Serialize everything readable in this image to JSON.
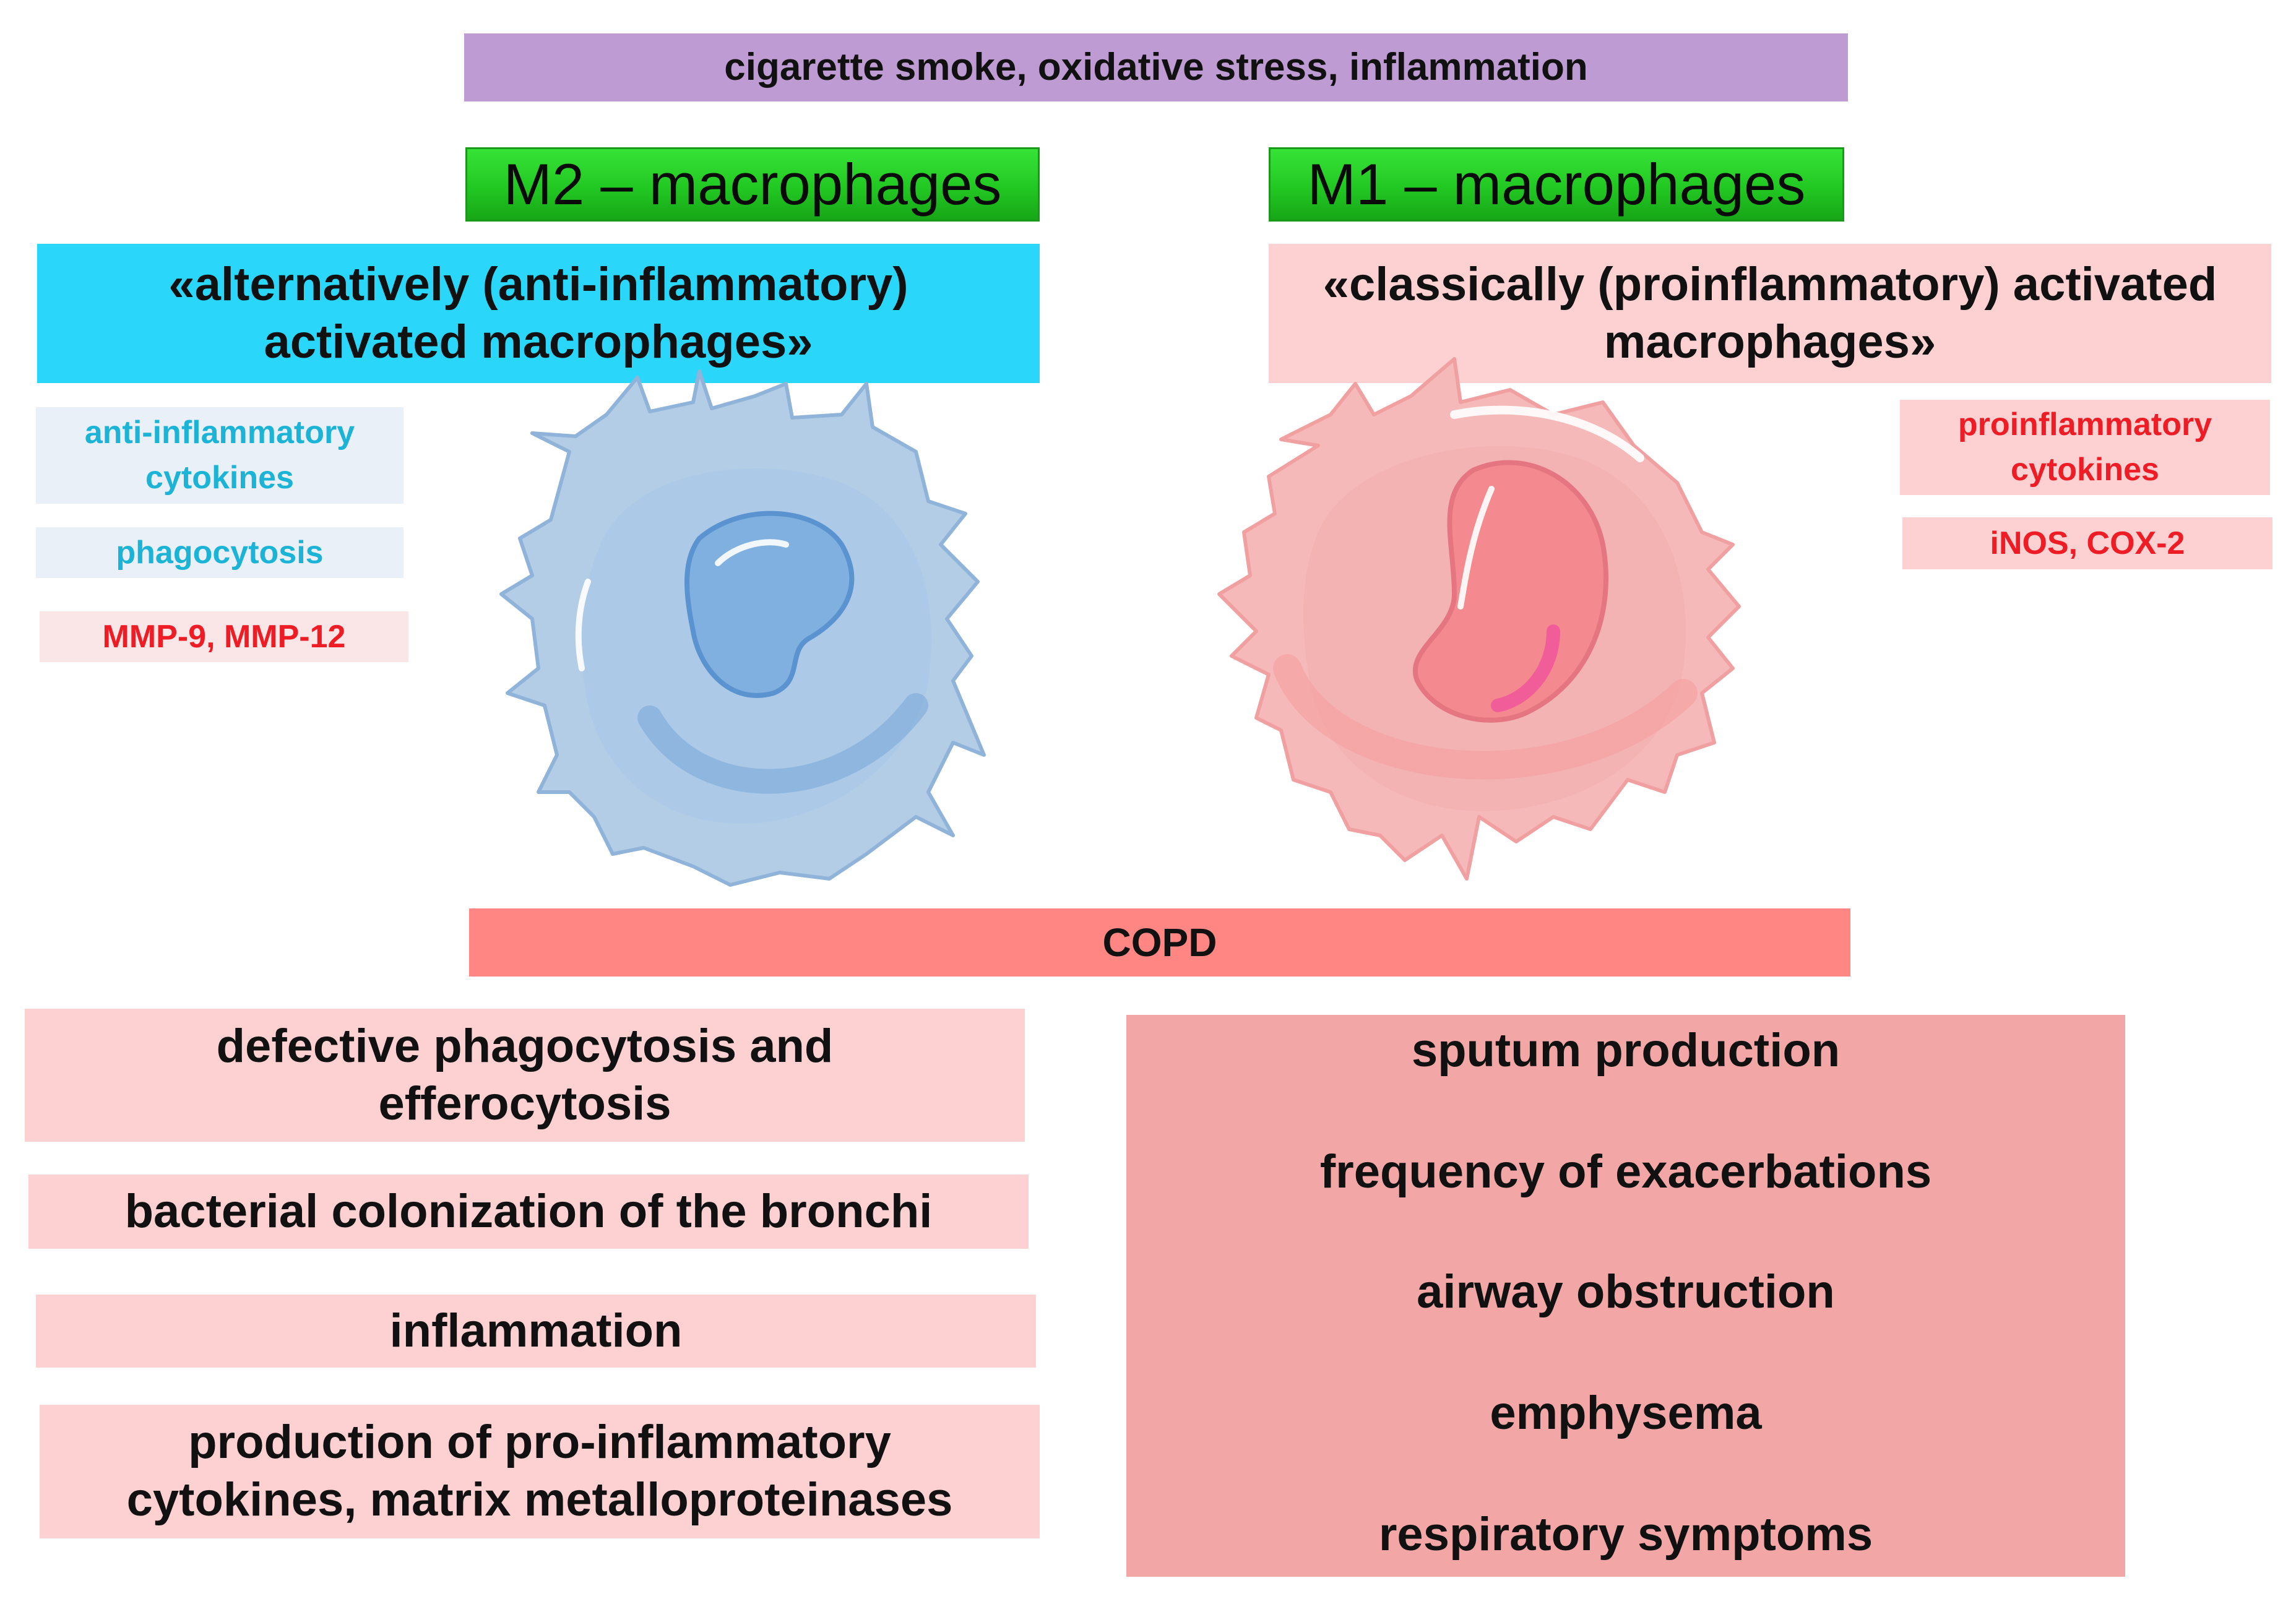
{
  "top_banner": "cigarette smoke, oxidative stress, inflammation",
  "m2": {
    "title": "M2 – macrophages",
    "subtitle_line1": "«alternatively (anti-inflammatory)",
    "subtitle_line2": "activated macrophages»",
    "pills": {
      "cytokines_line1": "anti-inflammatory",
      "cytokines_line2": "cytokines",
      "phagocytosis": "phagocytosis",
      "mmp": "MMP-9, MMP-12"
    }
  },
  "m1": {
    "title": "M1 – macrophages",
    "subtitle_line1": "«classically (proinflammatory) activated",
    "subtitle_line2": "macrophages»",
    "pills": {
      "cytokines_line1": "proinflammatory",
      "cytokines_line2": "cytokines",
      "inos": "iNOS, COX-2"
    }
  },
  "copd": "COPD",
  "left_effects": {
    "phagocytosis_line1": "defective phagocytosis and",
    "phagocytosis_line2": "efferocytosis",
    "colonization": "bacterial colonization of the bronchi",
    "inflammation": "inflammation",
    "production_line1": "production of pro-inflammatory",
    "production_line2": "cytokines, matrix metalloproteinases"
  },
  "right_effects": [
    "sputum production",
    "frequency of exacerbations",
    "airway obstruction",
    "emphysema",
    "respiratory symptoms"
  ],
  "colors": {
    "banner": "#bf9bd3",
    "m_title_green": "#22c822",
    "m2_subtitle": "#2ad7fa",
    "m1_subtitle": "#fdd0d1",
    "copd": "#ff8683",
    "left_box": "#fdd0d1",
    "right_box": "#f2a7a6",
    "blue_text": "#1bb3d6",
    "red_text": "#ee1c24"
  }
}
